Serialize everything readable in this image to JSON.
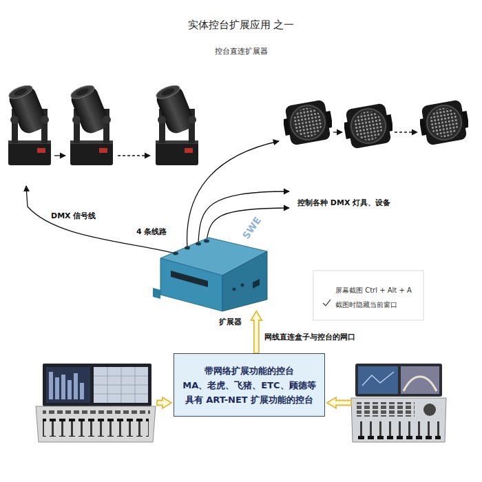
{
  "diagram": {
    "title": "实体控台扩展应用 之一",
    "nodes": [
      {
        "text": [
          "扩展器"
        ]
      },
      {
        "text": [
          "屏幕截图 Ctrl + Alt + A",
          "截图时隐藏当前窗口"
        ]
      },
      {
        "text": [
          "带网络扩展功能的控台",
          "MA、老虎、飞猪、ETC、顾德等",
          "具有 ART-NET 扩展功能的控台"
        ]
      }
    ],
    "edges": [
      {
        "from": 2,
        "to": 0,
        "arrow": "to"
      }
    ],
    "labels": [
      "控台直连扩展器",
      "DMX 信号线",
      "4 条线路",
      "控制各种 DMX 灯具、设备",
      "网线直连盒子与控台的网口",
      "SWE"
    ]
  }
}
